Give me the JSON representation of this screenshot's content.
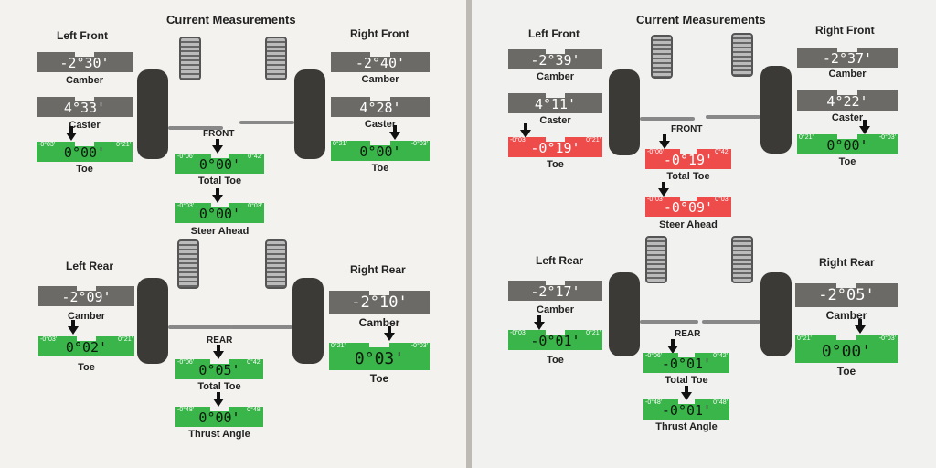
{
  "left_sheet": {
    "title": "Current Measurements",
    "left_front": {
      "title": "Left Front",
      "camber": "-2°30'",
      "caster": "4°33'",
      "toe": "0°00'",
      "toe_min": "-0°03'",
      "toe_max": "0°21'"
    },
    "right_front": {
      "title": "Right Front",
      "camber": "-2°40'",
      "caster": "4°28'",
      "toe": "0°00'",
      "toe_min": "0°21'",
      "toe_max": "-0°03'"
    },
    "front_label": "FRONT",
    "total_toe_front": {
      "value": "0°00'",
      "min": "-0°06'",
      "max": "0°42'",
      "label": "Total Toe"
    },
    "steer_ahead": {
      "value": "0°00'",
      "min": "-0°03'",
      "max": "0°03'",
      "label": "Steer Ahead"
    },
    "left_rear": {
      "title": "Left Rear",
      "camber": "-2°09'",
      "toe": "0°02'",
      "toe_min": "-0°03'",
      "toe_max": "0°21'"
    },
    "right_rear": {
      "title": "Right Rear",
      "camber": "-2°10'",
      "toe": "0°03'",
      "toe_min": "0°21'",
      "toe_max": "-0°03'"
    },
    "rear_label": "REAR",
    "total_toe_rear": {
      "value": "0°05'",
      "min": "-0°06'",
      "max": "0°42'",
      "label": "Total Toe"
    },
    "thrust_angle": {
      "value": "0°00'",
      "min": "-0°48'",
      "max": "0°48'",
      "label": "Thrust Angle"
    }
  },
  "right_sheet": {
    "title": "Current Measurements",
    "left_front": {
      "title": "Left Front",
      "camber": "-2°39'",
      "caster": "4°11'",
      "toe": "-0°19'",
      "toe_min": "-0°03'",
      "toe_max": "0°21'"
    },
    "right_front": {
      "title": "Right Front",
      "camber": "-2°37'",
      "caster": "4°22'",
      "toe": "0°00'",
      "toe_min": "0°21'",
      "toe_max": "-0°03'"
    },
    "front_label": "FRONT",
    "total_toe_front": {
      "value": "-0°19'",
      "min": "-0°06'",
      "max": "0°42'",
      "label": "Total Toe"
    },
    "steer_ahead": {
      "value": "-0°09'",
      "min": "-0°03'",
      "max": "0°03'",
      "label": "Steer Ahead"
    },
    "left_rear": {
      "title": "Left Rear",
      "camber": "-2°17'",
      "toe": "-0°01'",
      "toe_min": "-0°03'",
      "toe_max": "0°21'"
    },
    "right_rear": {
      "title": "Right Rear",
      "camber": "-2°05'",
      "toe": "0°00'",
      "toe_min": "0°21'",
      "toe_max": "-0°03'"
    },
    "rear_label": "REAR",
    "total_toe_rear": {
      "value": "-0°01'",
      "min": "-0°06'",
      "max": "0°42'",
      "label": "Total Toe"
    },
    "thrust_angle": {
      "value": "-0°01'",
      "min": "-0°48'",
      "max": "0°48'",
      "label": "Thrust Angle"
    }
  },
  "labels": {
    "camber": "Camber",
    "caster": "Caster",
    "toe": "Toe"
  },
  "colors": {
    "in_spec": "#39b54a",
    "out_of_spec": "#ee4b4b",
    "neutral": "#6b6a66"
  }
}
